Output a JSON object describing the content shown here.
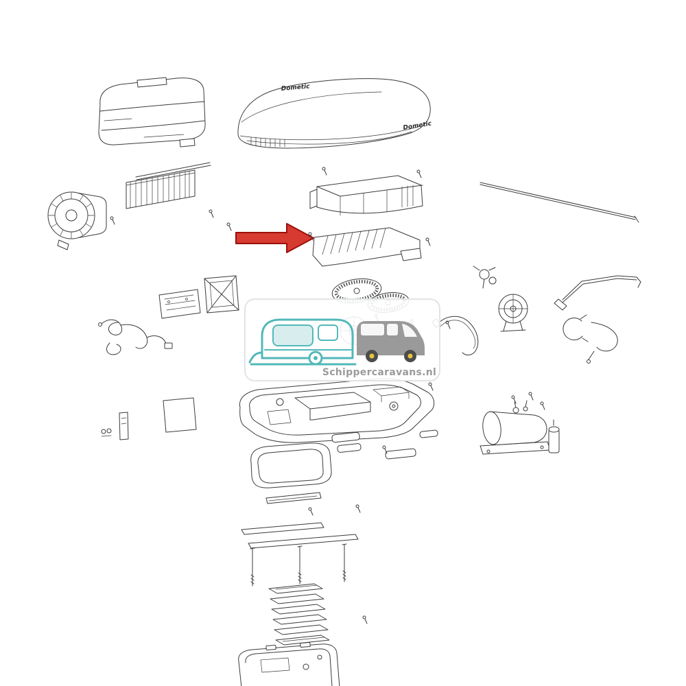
{
  "diagram": {
    "brand_label_top": "Dometic",
    "brand_label_side": "Dometic"
  },
  "watermark": {
    "text": "Schippercaravans.nl",
    "icons": [
      "caravan-icon",
      "van-icon"
    ]
  },
  "colors": {
    "line": "#3a3a3a",
    "arrow_fill": "#d63a30",
    "arrow_stroke": "#9c100b",
    "teal": "#52b8b9",
    "grey_van": "#9a9a9a",
    "wm_text": "#9b9b9b",
    "wheel_hub": "#e6c33d"
  }
}
